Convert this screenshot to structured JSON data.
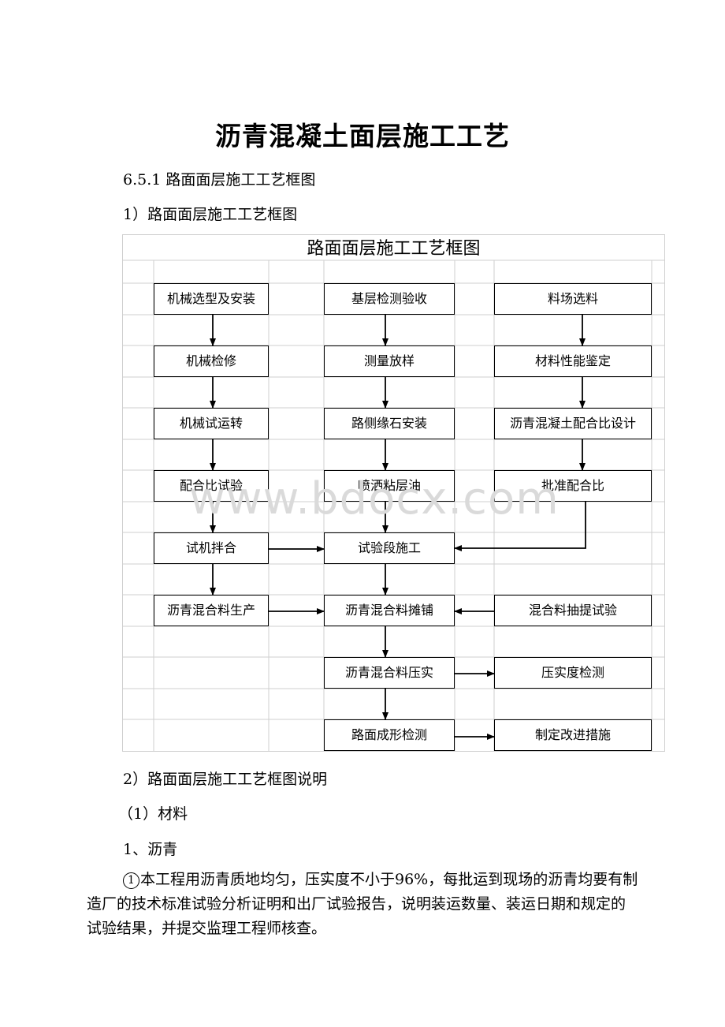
{
  "title": "沥青混凝土面层施工工艺",
  "section_heading": "6.5.1 路面面层施工工艺框图",
  "sub_heading_1": "1）路面面层施工工艺框图",
  "flowchart": {
    "title": "路面面层施工工艺框图",
    "column_1": [
      "机械选型及安装",
      "机械检修",
      "机械试运转",
      "配合比试验",
      "试机拌合",
      "沥青混合料生产"
    ],
    "column_2": [
      "基层检测验收",
      "测量放样",
      "路侧缘石安装",
      "喷洒粘层油",
      "试验段施工",
      "沥青混合料摊铺",
      "沥青混合料压实",
      "路面成形检测"
    ],
    "column_3": [
      "料场选料",
      "材料性能鉴定",
      "沥青混凝土配合比设计",
      "批准配合比",
      "混合料抽提试验",
      "压实度检测",
      "制定改进措施"
    ]
  },
  "watermark": "www.bdocx.com",
  "sub_heading_2": "2）路面面层施工工艺框图说明",
  "item_materials": "（1）材料",
  "item_asphalt": "1、沥青",
  "para_1": {
    "marker": "1",
    "text_line_1": "本工程用沥青质地均匀，压实度不小于96%，每批运到现场",
    "text_rest": "的沥青均要有制造厂的技术标准试验分析证明和出厂试验报告，说明装运数量、装运日期和规定的试验结果，并提交监理工程师核查。"
  }
}
